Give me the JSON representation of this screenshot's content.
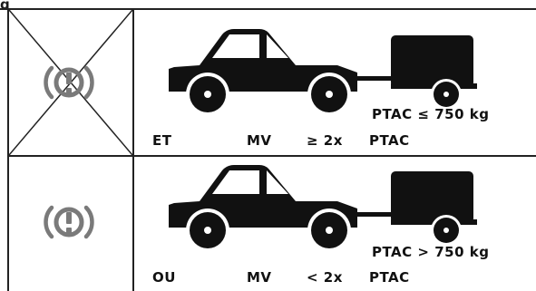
{
  "header_fragment": "g",
  "colors": {
    "ink": "#111111",
    "grid": "#222222",
    "brake_icon_gray": "#7a7a7a"
  },
  "rows": [
    {
      "icon": "parking-brake-warning-icon",
      "icon_crossed_out": true,
      "conjunction": "ET",
      "vehicle_term": "MV",
      "comparison": "≥ 2x",
      "weight_term": "PTAC",
      "trailer_limit": "PTAC ≤ 750 kg"
    },
    {
      "icon": "parking-brake-warning-icon",
      "icon_crossed_out": false,
      "conjunction": "OU",
      "vehicle_term": "MV",
      "comparison": "< 2x",
      "weight_term": "PTAC",
      "trailer_limit": "PTAC > 750 kg"
    }
  ]
}
